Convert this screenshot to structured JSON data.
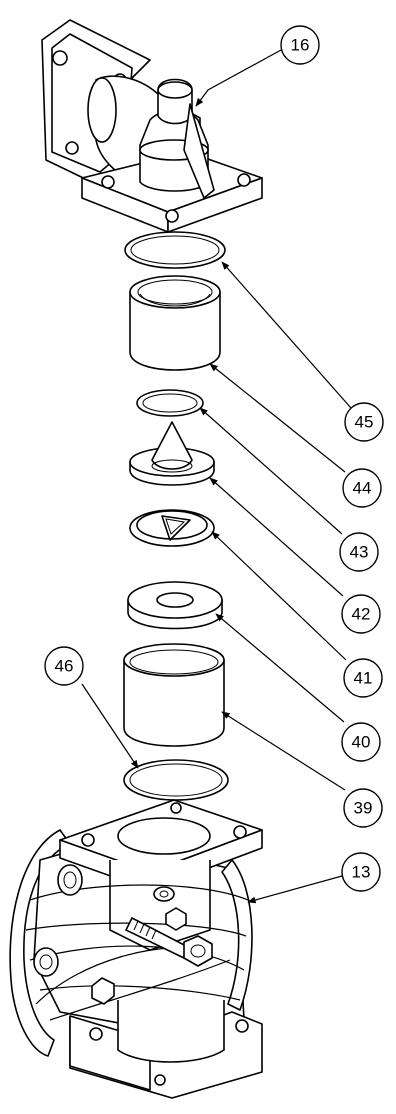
{
  "diagram": {
    "callouts": [
      {
        "id": "16",
        "part": "outlet-manifold"
      },
      {
        "id": "45",
        "part": "o-ring-upper"
      },
      {
        "id": "44",
        "part": "valve-seat-sleeve"
      },
      {
        "id": "43",
        "part": "o-ring-small"
      },
      {
        "id": "42",
        "part": "poppet-valve"
      },
      {
        "id": "41",
        "part": "triangle-check-disc"
      },
      {
        "id": "40",
        "part": "seat-washer"
      },
      {
        "id": "39",
        "part": "cylinder-sleeve"
      },
      {
        "id": "46",
        "part": "o-ring-lower"
      },
      {
        "id": "13",
        "part": "pump-body"
      }
    ]
  }
}
